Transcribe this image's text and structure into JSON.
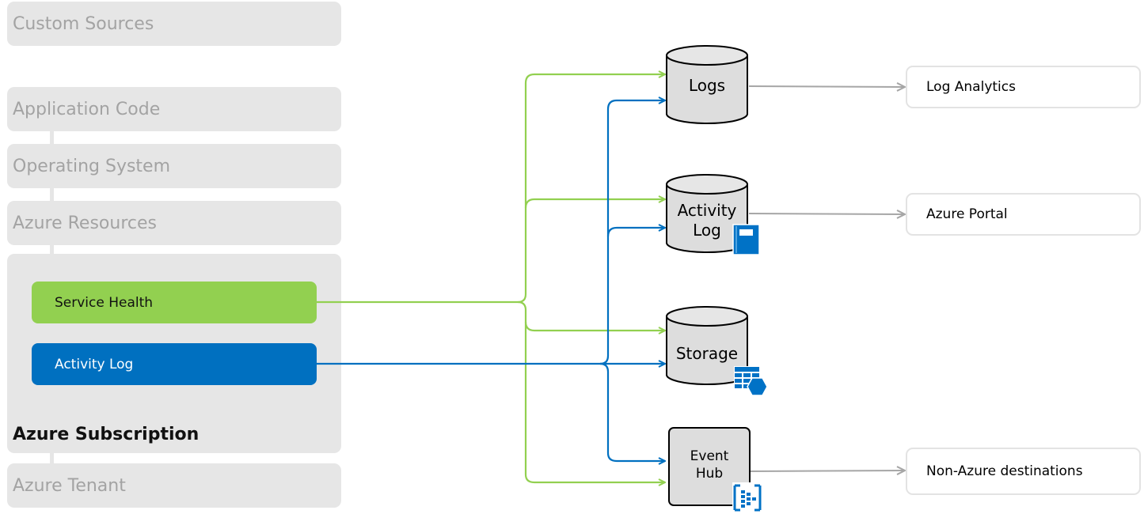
{
  "layers": {
    "custom_sources": "Custom Sources",
    "application_code": "Application Code",
    "operating_system": "Operating System",
    "azure_resources": "Azure Resources",
    "azure_subscription": "Azure Subscription",
    "azure_tenant": "Azure Tenant"
  },
  "sources": {
    "service_health": "Service Health",
    "activity_log": "Activity Log"
  },
  "stores": {
    "logs": "Logs",
    "activity_log_line1": "Activity",
    "activity_log_line2": "Log",
    "storage": "Storage",
    "event_hub_line1": "Event",
    "event_hub_line2": "Hub"
  },
  "destinations": {
    "log_analytics": "Log Analytics",
    "azure_portal": "Azure Portal",
    "non_azure": "Non-Azure destinations"
  },
  "colors": {
    "service_health": "#92d050",
    "activity_log": "#0070c0",
    "layer_bg": "#e6e6e6",
    "layer_text": "#a3a3a3",
    "arrow_gray": "#a6a6a6",
    "icon_blue": "#0072c6"
  },
  "icons": {
    "activity_log_store": "document-book-icon",
    "storage_store": "storage-table-icon",
    "event_hub_store": "event-hub-icon"
  }
}
